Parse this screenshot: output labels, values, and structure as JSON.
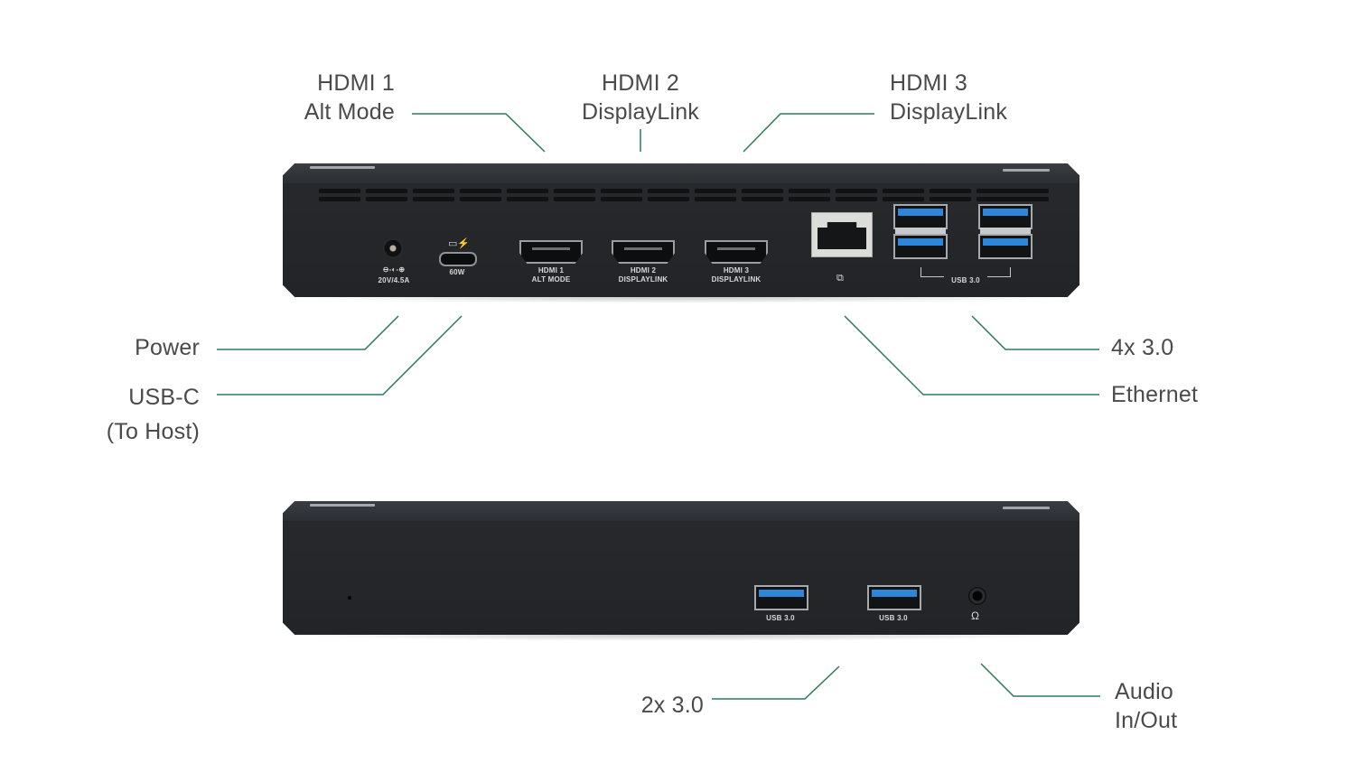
{
  "line_color": "#2e7a5a",
  "top_view": {
    "callouts": {
      "hdmi1": {
        "line1": "HDMI 1",
        "line2": "Alt Mode"
      },
      "hdmi2": {
        "line1": "HDMI 2",
        "line2": "DisplayLink"
      },
      "hdmi3": {
        "line1": "HDMI 3",
        "line2": "DisplayLink"
      },
      "power": {
        "line1": "Power"
      },
      "usbc": {
        "line1": "USB-C",
        "line2": "(To Host)"
      },
      "usb4x": {
        "line1": "4x 3.0"
      },
      "ethernet": {
        "line1": "Ethernet"
      }
    },
    "port_labels": {
      "power": "20V/4.5A",
      "power_symbol": "⊖-◐-⊕",
      "usbc": "60W",
      "usbc_symbol": "laptop-charge",
      "hdmi1_line1": "HDMI 1",
      "hdmi1_line2": "ALT MODE",
      "hdmi2_line1": "HDMI 2",
      "hdmi2_line2": "DISPLAYLINK",
      "hdmi3_line1": "HDMI 3",
      "hdmi3_line2": "DISPLAYLINK",
      "ethernet_symbol": "network-icon",
      "usb_group": "USB 3.0"
    }
  },
  "bottom_view": {
    "callouts": {
      "usb2x": {
        "line1": "2x 3.0"
      },
      "audio": {
        "line1": "Audio",
        "line2": "In/Out"
      }
    },
    "port_labels": {
      "usb_a": "USB 3.0",
      "usb_b": "USB 3.0",
      "audio_symbol": "headset-icon"
    }
  },
  "icons": {
    "network": "⧉",
    "headset": "🎧",
    "bolt": "⚡"
  }
}
